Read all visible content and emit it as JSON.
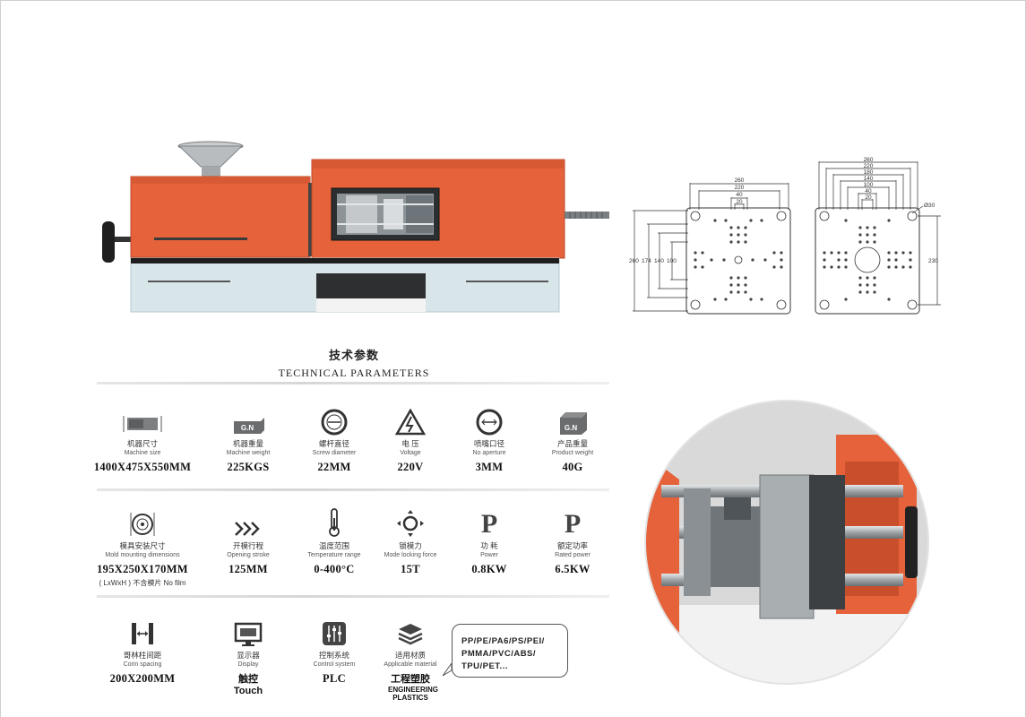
{
  "heading": {
    "cn": "技术参数",
    "en": "TECHNICAL  PARAMETERS"
  },
  "params_row1": [
    {
      "icon": "machine-size-icon",
      "cn": "机器尺寸",
      "en": "Machine size",
      "value": "1400X475X550MM"
    },
    {
      "icon": "weight-box-icon",
      "cn": "机器重量",
      "en": "Machine weight",
      "value": "225KGS",
      "icon_text": "G.N"
    },
    {
      "icon": "screw-diameter-icon",
      "cn": "螺杆直径",
      "en": "Screw diameter",
      "value": "22MM"
    },
    {
      "icon": "voltage-warning-icon",
      "cn": "电 压",
      "en": "Voltage",
      "value": "220V"
    },
    {
      "icon": "nozzle-aperture-icon",
      "cn": "喷嘴口径",
      "en": "No aperture",
      "value": "3MM"
    },
    {
      "icon": "product-weight-box-icon",
      "cn": "产品重量",
      "en": "Product weight",
      "value": "40G",
      "icon_text": "G.N"
    }
  ],
  "params_row2": [
    {
      "icon": "mold-dimensions-icon",
      "cn": "模具安装尺寸",
      "en": "Mold mounting dimensions",
      "value": "195X250X170MM",
      "sub": "( LxWxH ) 不含模片 No film"
    },
    {
      "icon": "opening-stroke-icon",
      "cn": "开模行程",
      "en": "Opening stroke",
      "value": "125MM"
    },
    {
      "icon": "thermometer-icon",
      "cn": "温度范围",
      "en": "Temperature range",
      "value": "0-400°C"
    },
    {
      "icon": "locking-force-icon",
      "cn": "锁模力",
      "en": "Mode locking force",
      "value": "15T"
    },
    {
      "icon": "power-p-icon",
      "cn": "功 耗",
      "en": "Power",
      "value": "0.8KW",
      "icon_text": "P"
    },
    {
      "icon": "rated-power-p-icon",
      "cn": "额定功率",
      "en": "Rated power",
      "value": "6.5KW",
      "icon_text": "P"
    }
  ],
  "params_row3": [
    {
      "icon": "corin-spacing-icon",
      "cn": "哥林柱间距",
      "en": "Corin spacing",
      "value": "200X200MM"
    },
    {
      "icon": "display-monitor-icon",
      "cn": "显示器",
      "en": "Display",
      "value": "触控",
      "value_en": "Touch"
    },
    {
      "icon": "control-sliders-icon",
      "cn": "控制系统",
      "en": "Control system",
      "value": "PLC"
    },
    {
      "icon": "layers-material-icon",
      "cn": "适用材质",
      "en": "Applicable material",
      "value": "工程塑胶",
      "value_en": "ENGINEERING PLASTICS"
    }
  ],
  "materials_bubble": [
    "PP/PE/PA6/PS/PEI/",
    "PMMA/PVC/ABS/",
    "TPU/PET..."
  ],
  "drawing_left": {
    "top_dims": [
      "260",
      "220",
      "40",
      "20"
    ],
    "side_dims": [
      "260",
      "174",
      "140",
      "100"
    ]
  },
  "drawing_right": {
    "top_dims": [
      "260",
      "220",
      "180",
      "140",
      "100",
      "40",
      "20"
    ],
    "hole_label": "Ø30",
    "side_dim": "230"
  },
  "colors": {
    "orange": "#e5623b",
    "base": "#d8e6ea",
    "steel": "#9aa1a5"
  }
}
